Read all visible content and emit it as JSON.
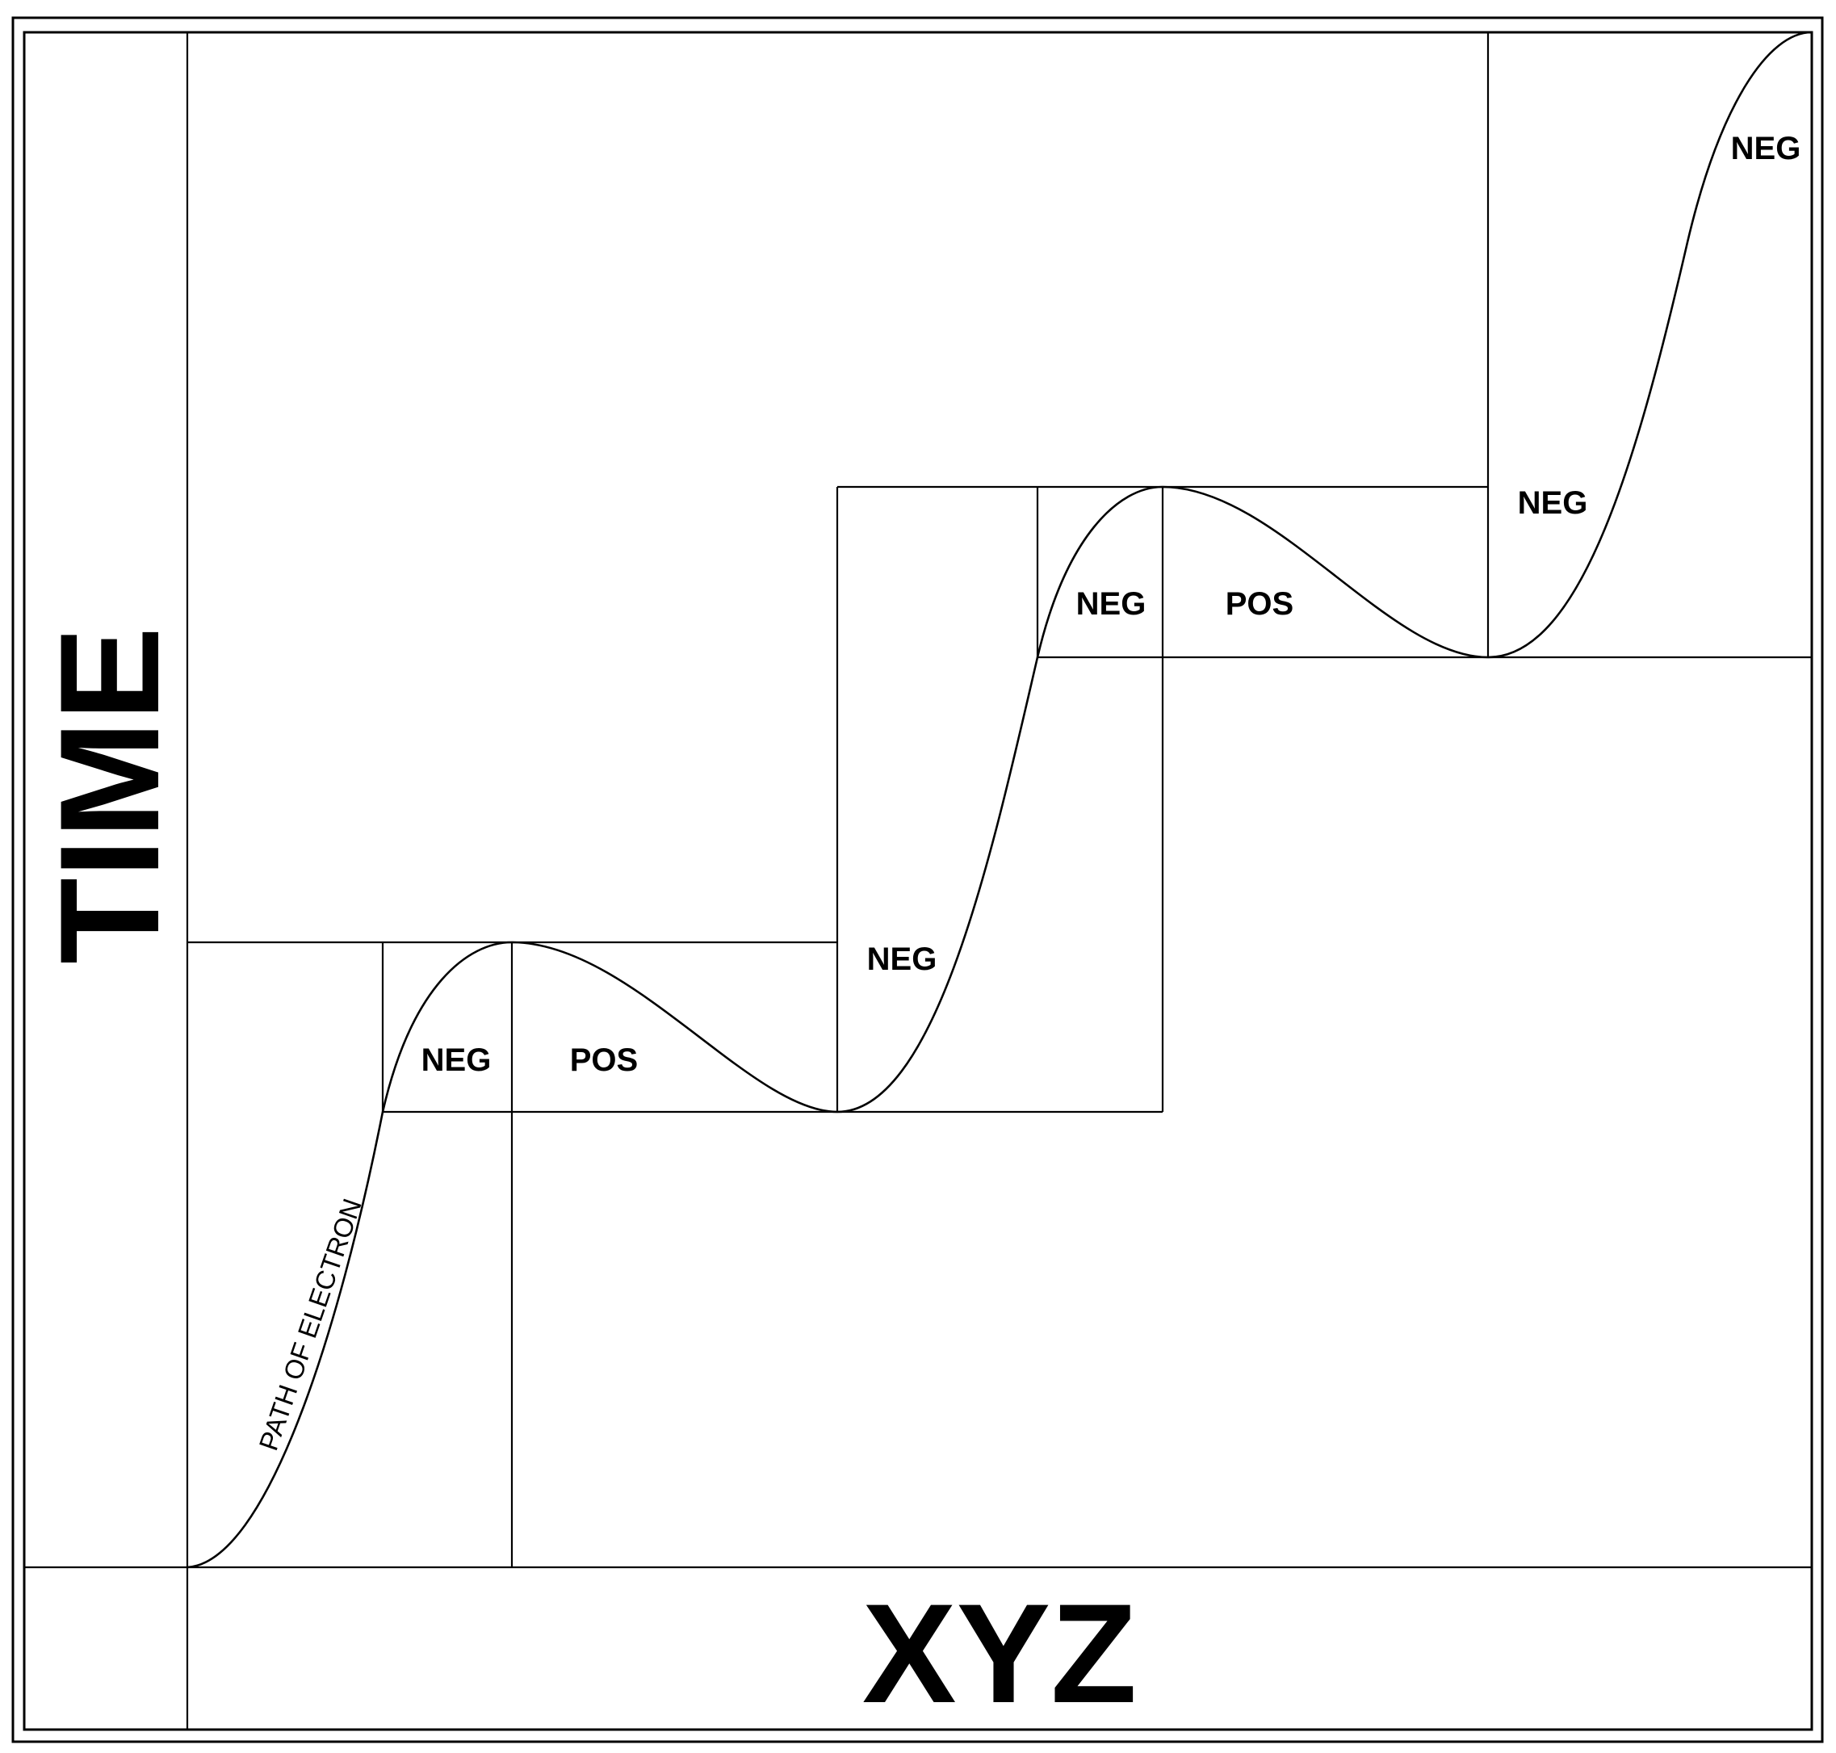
{
  "diagram": {
    "x_axis_label": "XYZ",
    "y_axis_label": "TIME",
    "curve_label": "PATH OF ELECTRON",
    "region_labels": {
      "neg_1": "NEG",
      "pos_1": "POS",
      "neg_2": "NEG",
      "neg_3": "NEG",
      "pos_3": "POS",
      "neg_4": "NEG",
      "neg_5": "NEG"
    }
  }
}
